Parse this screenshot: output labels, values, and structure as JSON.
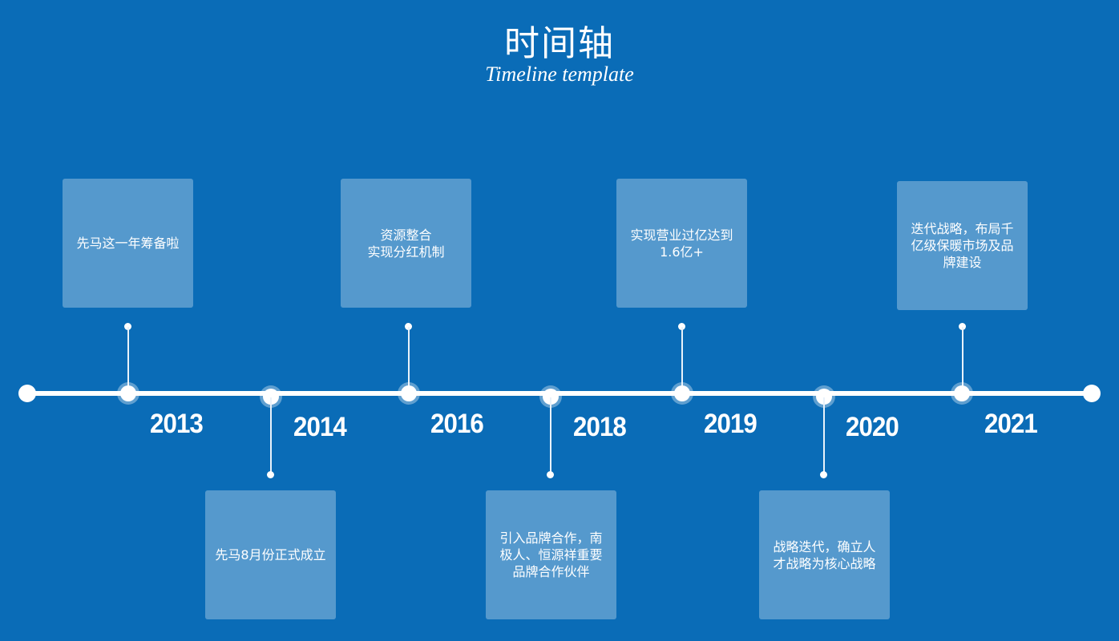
{
  "title": "时间轴",
  "subtitle": "Timeline template",
  "events": [
    {
      "year": "2013",
      "text": "先马这一年筹备啦"
    },
    {
      "year": "2014",
      "text": "先马8月份正式成立"
    },
    {
      "year": "2016",
      "text": "资源整合\n实现分红机制"
    },
    {
      "year": "2018",
      "text": "引入品牌合作，南\n极人、恒源祥重要\n品牌合作伙伴"
    },
    {
      "year": "2019",
      "text": "实现营业过亿达到\n1.6亿+"
    },
    {
      "year": "2020",
      "text": "战略迭代，确立人\n才战略为核心战略"
    },
    {
      "year": "2021",
      "text": "迭代战略，布局千\n亿级保暖市场及品\n牌建设"
    }
  ],
  "colors": {
    "background": "#0a6cb7",
    "card": "#5599cd",
    "line": "#ffffff"
  }
}
